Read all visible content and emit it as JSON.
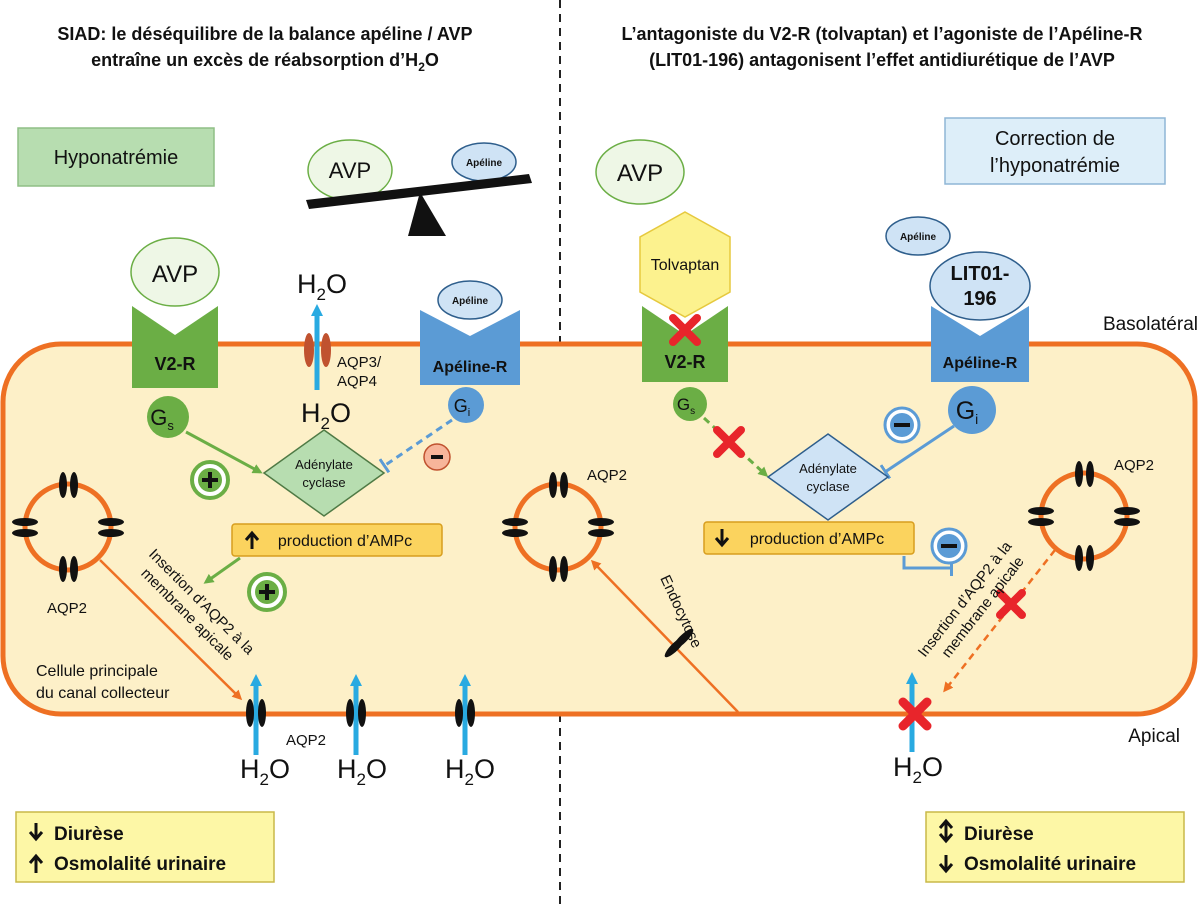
{
  "left": {
    "title_line1": "SIAD: le déséquilibre de la balance apéline / AVP",
    "title_line2_pre": "entraîne un excès de réabsorption d’H",
    "title_line2_sub": "2",
    "title_line2_post": "O",
    "status_box": "Hyponatrémie",
    "balance_avp": "AVP",
    "balance_apelin": "Apéline",
    "avp": "AVP",
    "v2r": "V2-R",
    "gs": "G",
    "gs_sub": "s",
    "h2o": "H",
    "h2o_sub": "2",
    "h2o_end": "O",
    "aqp34_line1": "AQP3/",
    "aqp34_line2": "AQP4",
    "apelin_ligand": "Apéline",
    "apelin_r": "Apéline-R",
    "gi": "G",
    "gi_sub": "i",
    "adenylate_line1": "Adénylate",
    "adenylate_line2": "cyclase",
    "camp": "production  d’AMPc",
    "aqp2": "AQP2",
    "insertion_line1": "Insertion d’AQP2 à la",
    "insertion_line2": "membrane  apicale",
    "cell_line1": "Cellule principale",
    "cell_line2": "du canal collecteur",
    "result_line1": "Diurèse",
    "result_line2": "Osmolalité urinaire"
  },
  "right": {
    "title_line1": "L’antagoniste du V2-R (tolvaptan) et l’agoniste de l’Apéline-R",
    "title_line2": "(LIT01-196) antagonisent l’effet antidiurétique de l’AVP",
    "status_line1": "Correction de",
    "status_line2": "l’hyponatrémie",
    "avp": "AVP",
    "tolvaptan": "Tolvaptan",
    "v2r": "V2-R",
    "gs": "G",
    "gs_sub": "s",
    "apelin_free": "Apéline",
    "lit_line1": "LIT01-",
    "lit_line2": "196",
    "apelin_r": "Apéline-R",
    "gi": "G",
    "gi_sub": "i",
    "adenylate_line1": "Adénylate",
    "adenylate_line2": "cyclase",
    "camp": "production  d’AMPc",
    "aqp2": "AQP2",
    "endocytose": "Endocytose",
    "insertion_line1": "Insertion d’AQP2 à la",
    "insertion_line2": "membrane  apicale",
    "h2o": "H",
    "h2o_sub": "2",
    "h2o_end": "O",
    "result_line1": "Diurèse",
    "result_line2": "Osmolalité urinaire"
  },
  "labels": {
    "basolateral": "Basolatéral",
    "apical": "Apical",
    "aqp2_apical": "AQP2"
  },
  "colors": {
    "membrane": "#EE7023",
    "cell_fill": "#FDF0C8",
    "receptor_green": "#6BAE45",
    "receptor_blue": "#5B9BD5",
    "water_arrow": "#29AAE1",
    "status_left": "#B7DDB0",
    "status_right": "#DDEEF9",
    "result_box": "#FDF7A6",
    "camp_box": "#FBD35E",
    "inhibit_x": "#E8252B"
  }
}
